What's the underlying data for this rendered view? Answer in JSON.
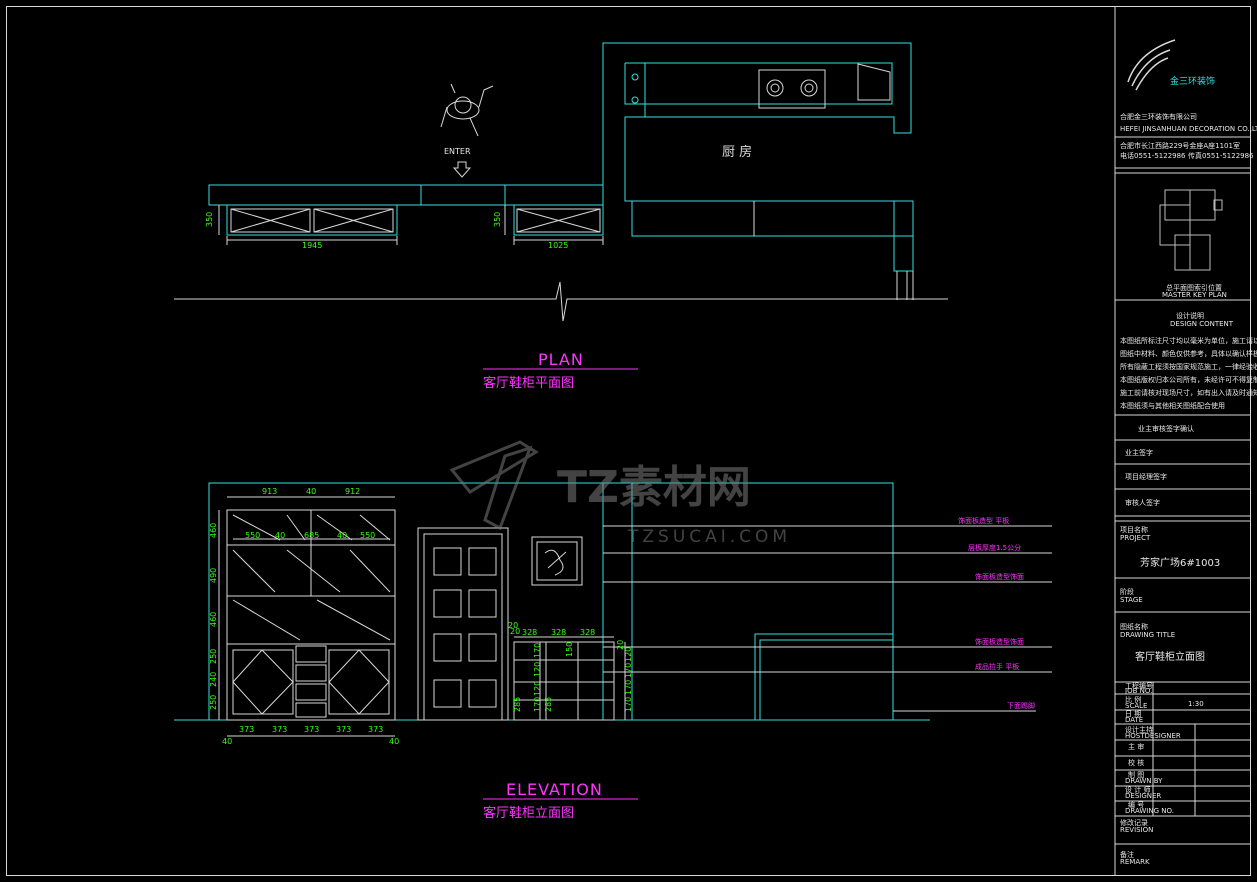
{
  "plan": {
    "enter_label": "ENTER",
    "kitchen_label": "厨 房",
    "dims": {
      "depth_left": "350",
      "depth_right": "350",
      "width_left": "1945",
      "width_right": "1025"
    },
    "title_en": "PLAN",
    "title_cn": "客厅鞋柜平面图"
  },
  "elevation": {
    "title_en": "ELEVATION",
    "title_cn": "客厅鞋柜立面图",
    "top_dims": [
      "913",
      "40",
      "912"
    ],
    "row2_dims": [
      "550",
      "40",
      "685",
      "40",
      "550"
    ],
    "left_dims": [
      "460",
      "490",
      "460",
      "250",
      "240",
      "250"
    ],
    "bottom_dims": [
      "373",
      "373",
      "373",
      "373",
      "373"
    ],
    "bottom_edge_dims": [
      "40",
      "40"
    ],
    "right_top_dims": [
      "328",
      "328",
      "328"
    ],
    "right_small_dims": [
      "20",
      "20",
      "150",
      "20"
    ],
    "right_vert_dims": [
      "170",
      "120",
      "120",
      "170",
      "285",
      "285"
    ],
    "far_vert_dims": [
      "170",
      "170",
      "170",
      "120"
    ],
    "notes": [
      "饰面板造型 平板",
      "层板厚度1.5公分",
      "饰面板造型饰面",
      "饰面板造型饰面",
      "成品拉手 平板",
      "下面踢脚"
    ]
  },
  "watermark": {
    "brand": "TZ素材网",
    "url": "TZSUCAI.COM"
  },
  "title_block": {
    "company_cn": "金三环装饰",
    "company_full": "合肥金三环装饰有限公司",
    "company_en": "HEFEI JINSANHUAN DECORATION CO.,LTD.",
    "address": "合肥市长江西路229号金座A座1101室",
    "phone": "电话0551-5122986",
    "fax": "传真0551-5122986",
    "keyplan_cn": "总平面图索引位置",
    "keyplan_en": "MASTER KEY PLAN",
    "notes_title": "设计说明",
    "notes_title_en": "DESIGN CONTENT",
    "notes": [
      "本图纸所标注尺寸均以毫米为单位，施工请以现场为准",
      "图纸中材料、颜色仅供参考，具体以确认样板为准",
      "所有隐蔽工程须按国家规范施工，一律经验收后方可封闭",
      "本图纸版权归本公司所有，未经许可不得复制使用",
      "施工前请核对现场尺寸，如有出入请及时通知设计师",
      "本图纸须与其他相关图纸配合使用"
    ],
    "row_a": "业主审核签字确认",
    "row_b": "业主签字",
    "row_c": "项目经理签字",
    "row_d": "审核人签字",
    "project_label": "项目名称",
    "project_label_en": "PROJECT",
    "project_name": "芳家广场6#1003",
    "stage_label": "阶段",
    "stage_label_en": "STAGE",
    "drawing_label": "图纸名称",
    "drawing_label_en": "DRAWING TITLE",
    "drawing_name": "客厅鞋柜立面图",
    "job_no": "工程编号",
    "job_no_en": "JOB NO.",
    "scale_label": "比 例",
    "scale_label_en": "SCALE",
    "scale_value": "1:30",
    "date_label": "日 期",
    "date_label_en": "DATE",
    "design_label": "设计主持",
    "design_label_en": "HOSTDESIGNER",
    "chief_label": "主 审",
    "checker_label": "校 核",
    "drawn_label": "制 图",
    "drawn_label_en": "DRAWN BY",
    "designer_label": "设 计 师",
    "designer_label_en": "DESIGNER",
    "sheet_label": "编 号",
    "sheet_label_en": "DRAWING NO.",
    "rev_label": "修改记录",
    "rev_label_en": "REVISION",
    "remark_label": "备注",
    "remark_label_en": "REMARK"
  }
}
